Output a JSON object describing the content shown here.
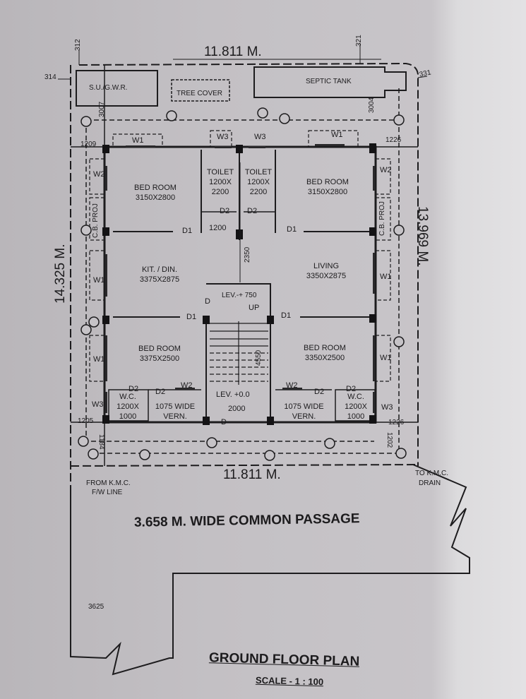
{
  "title": {
    "main": "GROUND FLOOR PLAN",
    "scale": "SCALE - 1 : 100"
  },
  "plot_dimensions": {
    "top": "11.811 M.",
    "bottom": "11.811 M.",
    "left": "14.325 M.",
    "right": "13.969 M."
  },
  "setbacks": {
    "top_left": "312",
    "top_right": "321",
    "left_top": "314",
    "right_top": "331",
    "left_dim_1": "3007",
    "right_dim_1": "3004",
    "left_corner_top": "1209",
    "right_corner_top": "1226",
    "left_corner_bottom": "1205",
    "right_corner_bottom": "1226",
    "bottom_left_vertical": "1184",
    "bottom_right_vertical": "1202",
    "stair_offset": "2350",
    "toilet_passage": "1200",
    "stair_length": "4550",
    "stair_width": "2000",
    "passage_offset": "3625"
  },
  "site_features": {
    "sump": "S.U./G.W.R.",
    "tree_cover": "TREE COVER",
    "septic_tank": "SEPTIC TANK",
    "from_kmc": "FROM K.M.C.",
    "fw_line": "F/W LINE",
    "to_kmc": "TO K.M.C.",
    "drain": "DRAIN",
    "common_passage": "3.658 M. WIDE  COMMON PASSAGE"
  },
  "rooms": {
    "bed_tl": {
      "name": "BED ROOM",
      "size": "3150X2800"
    },
    "toilet_1": {
      "name": "TOILET",
      "size1": "1200X",
      "size2": "2200"
    },
    "toilet_2": {
      "name": "TOILET",
      "size1": "1200X",
      "size2": "2200"
    },
    "bed_tr": {
      "name": "BED ROOM",
      "size": "3150X2800"
    },
    "kitchen": {
      "name": "KIT. / DIN.",
      "size": "3375X2875"
    },
    "living": {
      "name": "LIVING",
      "size": "3350X2875"
    },
    "bed_bl": {
      "name": "BED ROOM",
      "size": "3375X2500"
    },
    "bed_br": {
      "name": "BED ROOM",
      "size": "3350X2500"
    },
    "wc_l": {
      "name": "W.C.",
      "size1": "1200X",
      "size2": "1000"
    },
    "wc_r": {
      "name": "W.C.",
      "size1": "1200X",
      "size2": "1000"
    },
    "vern_l": {
      "name": "1075 WIDE",
      "sub": "VERN."
    },
    "vern_r": {
      "name": "1075 WIDE",
      "sub": "VERN."
    },
    "stair_top_level": "LEV.-+ 750",
    "stair_up": "UP",
    "stair_bottom_level": "LEV.  +0.0"
  },
  "openings": {
    "w1": "W1",
    "w2": "W2",
    "w3": "W3",
    "d": "D",
    "d1": "D1",
    "d2": "D2",
    "cb_proj": "C.B. PROJ"
  }
}
